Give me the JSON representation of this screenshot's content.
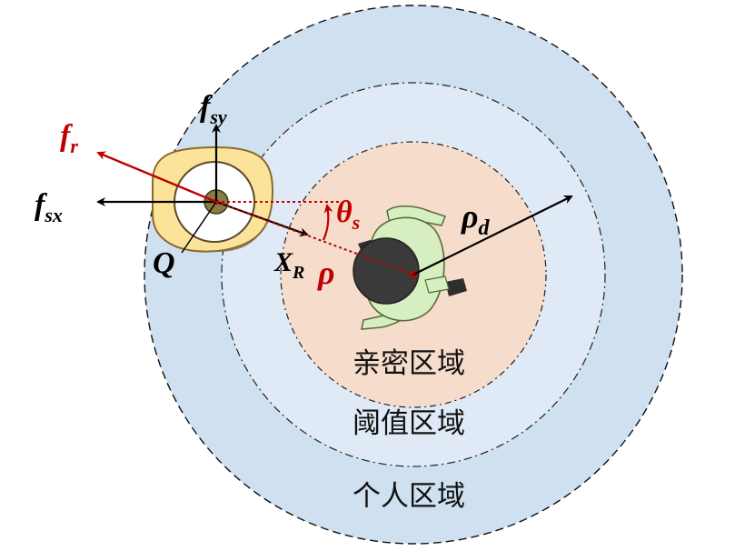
{
  "zones": {
    "personal": "个人区域",
    "threshold": "阈值区域",
    "intimate": "亲密区域"
  },
  "labels": {
    "fr_main": "f",
    "fr_sub": "r",
    "fsx_main": "f",
    "fsx_sub": "sx",
    "fsy_main": "f",
    "fsy_sub": "sy",
    "q": "Q",
    "xr_main": "X",
    "xr_sub": "R",
    "theta_main": "θ",
    "theta_sub": "s",
    "rho": "ρ",
    "rhod_main": "ρ",
    "rhod_sub": "d"
  },
  "colors": {
    "personal_zone": "#cfe1f0",
    "threshold_zone": "#dfeaf6",
    "intimate_zone": "#f6dccb",
    "robot_body": "#fbe39a",
    "robot_wheel": "#8a6a4a",
    "robot_core": "#8a7a45",
    "human_shirt": "#d6eec0",
    "human_head": "#3a3a3a",
    "red_annotation": "#c00000",
    "black": "#000000"
  },
  "icons": {
    "robot": "robot-top-view-icon",
    "human": "human-top-view-icon"
  }
}
